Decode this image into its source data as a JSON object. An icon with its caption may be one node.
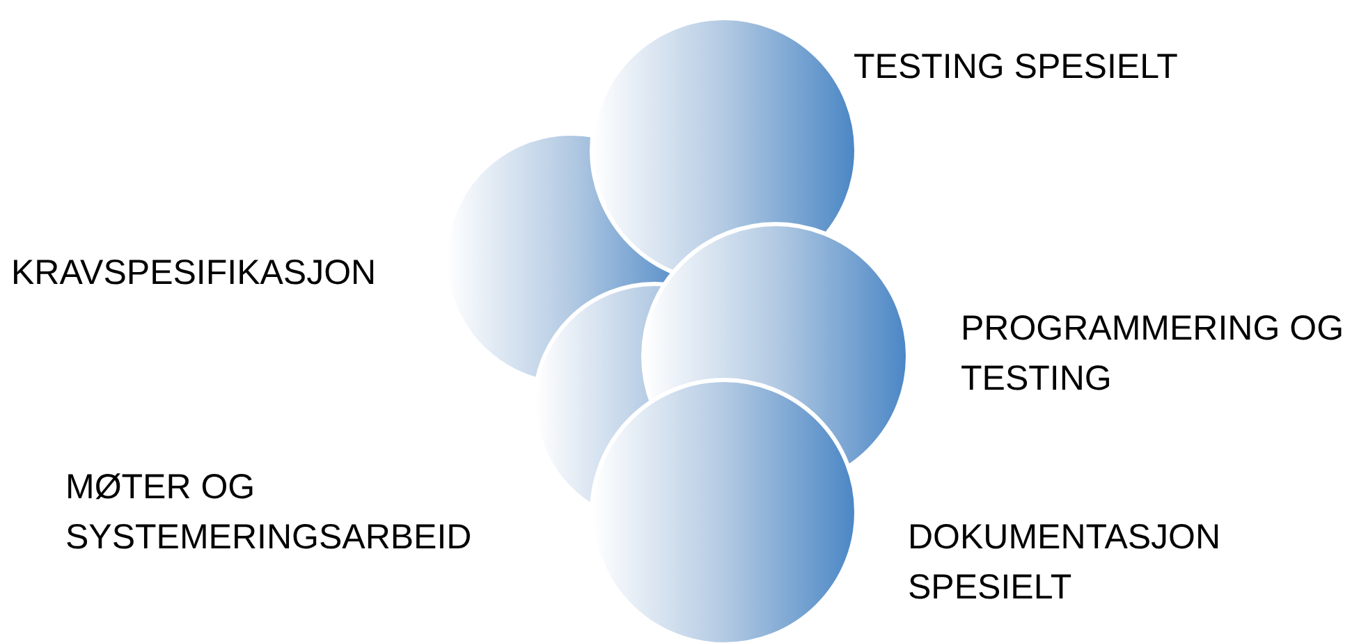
{
  "diagram": {
    "nodes": [
      {
        "text": [],
        "shape": "circle",
        "beside": [
          "TESTING SPESIELT"
        ]
      },
      {
        "text": [],
        "shape": "circle",
        "beside": [
          "KRAVSPESIFIKASJON"
        ]
      },
      {
        "text": [],
        "shape": "circle",
        "beside": [
          "PROGRAMMERING OG TESTING"
        ]
      },
      {
        "text": [],
        "shape": "circle",
        "beside": [
          "MØTER OG SYSTEMERINGSARBEID"
        ]
      },
      {
        "text": [],
        "shape": "circle",
        "beside": [
          "DOKUMENTASJON SPESIELT"
        ]
      }
    ]
  }
}
